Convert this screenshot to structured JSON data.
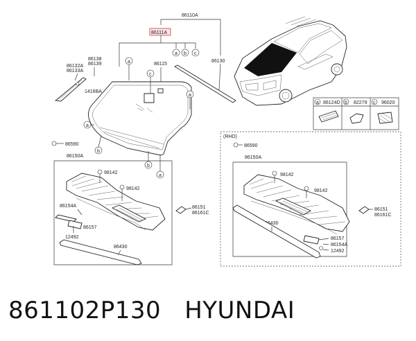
{
  "caption": {
    "part_number": "861102P130",
    "brand": "HYUNDAI"
  },
  "labels": {
    "main_assy": "86110A",
    "windshield_glass": "86111A",
    "rear_view_base": "86115",
    "garnish": "86130",
    "molding_left": "86132A",
    "molding_left_alt": "86133A",
    "fastener_a": "86138",
    "fastener_b": "86139",
    "clip": "1416BA",
    "grommet": "86590",
    "cowl_panel": "86150A",
    "screw_1": "98142",
    "screw_2": "98142",
    "seal_top": "86151",
    "seal_bottom": "86161C",
    "bracket": "86154A",
    "cover": "86157",
    "nut": "12492",
    "weatherstrip": "86430",
    "rhd": "(RHD)",
    "rhd_grommet": "86590",
    "rhd_cowl_panel": "86150A",
    "rhd_screw_1": "98142",
    "rhd_screw_2": "98142",
    "rhd_seal_top": "86151",
    "rhd_seal_bottom": "86161C",
    "rhd_weatherstrip": "86430",
    "rhd_cover": "86157",
    "rhd_bracket": "86154A",
    "rhd_nut": "12492"
  },
  "callouts": {
    "a": "a",
    "b": "b",
    "c": "c"
  },
  "legend": [
    {
      "letter": "a",
      "part": "86124D"
    },
    {
      "letter": "b",
      "part": "82279"
    },
    {
      "letter": "c",
      "part": "96020"
    }
  ]
}
